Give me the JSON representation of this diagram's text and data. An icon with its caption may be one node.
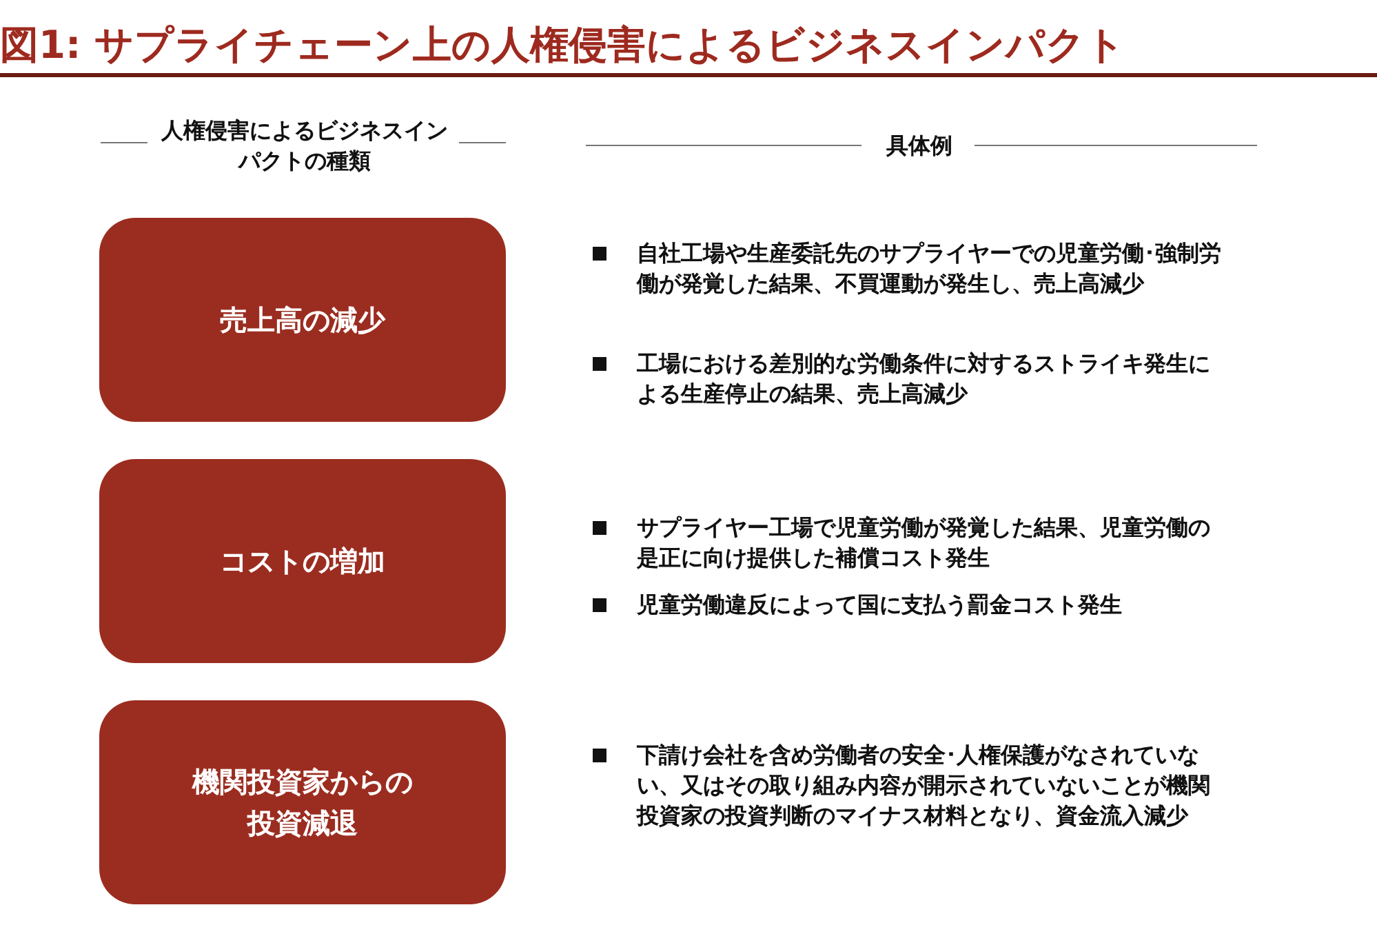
{
  "diagram": {
    "title": "図1: サプライチェーン上の人権侵害によるビジネスインパクト",
    "nodes": [
      {
        "text": [
          "売上高の減少"
        ]
      },
      {
        "text": [
          "コストの増加"
        ]
      },
      {
        "text": [
          "機関投資家からの投資減退"
        ]
      }
    ],
    "edges": [],
    "labels": [
      "人権侵害によるビジネスインパクトの種類",
      "具体例",
      "自社工場や生産委託先のサプライヤーでの児童労働･強制労働が発覚した結果、不買運動が発生し、売上高減少",
      "工場における差別的な労働条件に対するストライキ発生による生産停止の結果、売上高減少",
      "サプライヤー工場で児童労働が発覚した結果、児童労働の是正に向け提供した補償コスト発生",
      "児童労働違反によって国に支払う罰金コスト発生",
      "下請け会社を含め労働者の安全･人権保護がなされていない、又はその取り組み内容が開示されていないことが機関投資家の投資判断のマイナス材料となり、資金流入減少"
    ]
  }
}
